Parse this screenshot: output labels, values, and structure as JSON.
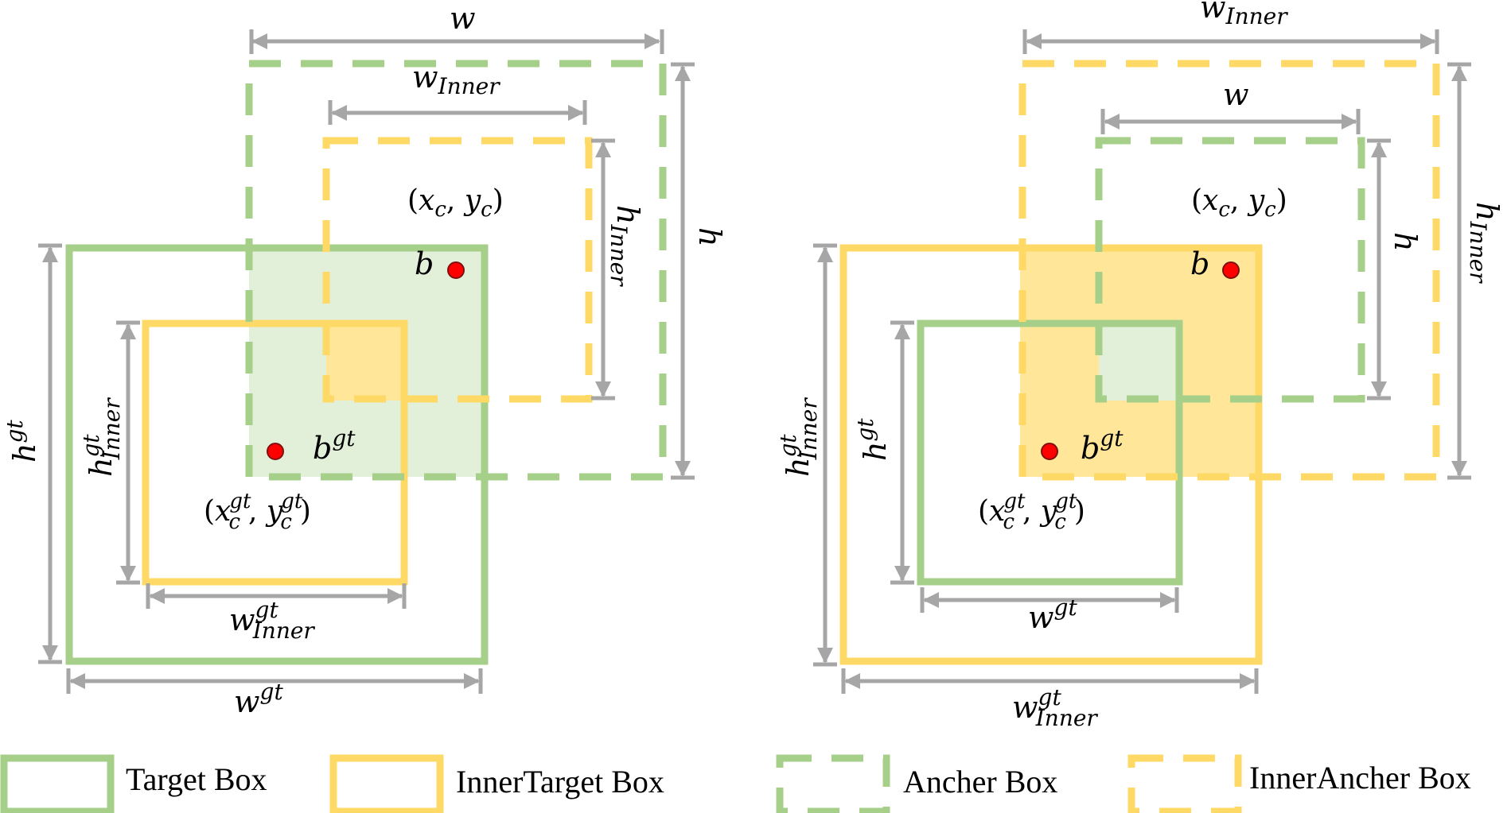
{
  "colors": {
    "green": "#a6d08a",
    "yellow": "#ffd966",
    "gray": "#a6a6a6",
    "red": "#ff0000"
  },
  "labels": {
    "w": "w",
    "h": "h",
    "inner_sub": "Inner",
    "gt_sup": "gt",
    "b": "b",
    "xc": "x",
    "yc": "y",
    "c_sub": "c"
  },
  "legend": {
    "target_box": "Target Box",
    "inner_target_box": "InnerTarget Box",
    "ancher_box": "Ancher Box",
    "inner_ancher_box": "InnerAncher Box"
  }
}
